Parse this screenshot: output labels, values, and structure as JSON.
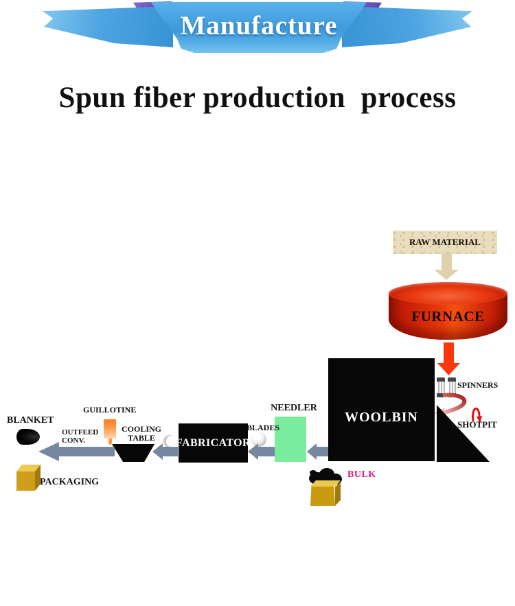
{
  "banner": {
    "title": "Manufacture"
  },
  "heading": {
    "title": "Spun fiber production  process"
  },
  "diagram": {
    "raw_material": {
      "label": "RAW MATERIAL"
    },
    "furnace": {
      "label": "FURNACE"
    },
    "spinners": {
      "label": "SPINNERS"
    },
    "shotpit": {
      "label": "SHOTPIT"
    },
    "woolbin": {
      "label": "WOOLBIN"
    },
    "needler": {
      "label": "NEEDLER"
    },
    "blades": {
      "label": "BLADES"
    },
    "fabricator": {
      "label": "FABRICATOR"
    },
    "cooling_table": {
      "line1": "COOLING",
      "line2": "TABLE"
    },
    "guillotine": {
      "label": "GUILLOTINE"
    },
    "outfeed_conveyor": {
      "line1": "OUTFEED",
      "line2": "CONV."
    },
    "blanket": {
      "label": "BLANKET"
    },
    "packaging": {
      "label": "PACKAGING"
    },
    "bulk": {
      "label": "BULK"
    }
  },
  "colors": {
    "ribbon_blue": "#3f9bdb",
    "ribbon_purple": "#6a4fc0",
    "ribbon_edge_tan": "#c9ab72",
    "furnace_red": "#d92408",
    "flow_arrow_red": "#fb380c",
    "flow_arrow_gray": "#76889f",
    "needler_green": "#7bec9e",
    "machine_black": "#0a0a0a",
    "gold_box": "#d2a41e",
    "bulk_label_pink": "#e3187e",
    "raw_material_beige": "#e9ddbd"
  }
}
